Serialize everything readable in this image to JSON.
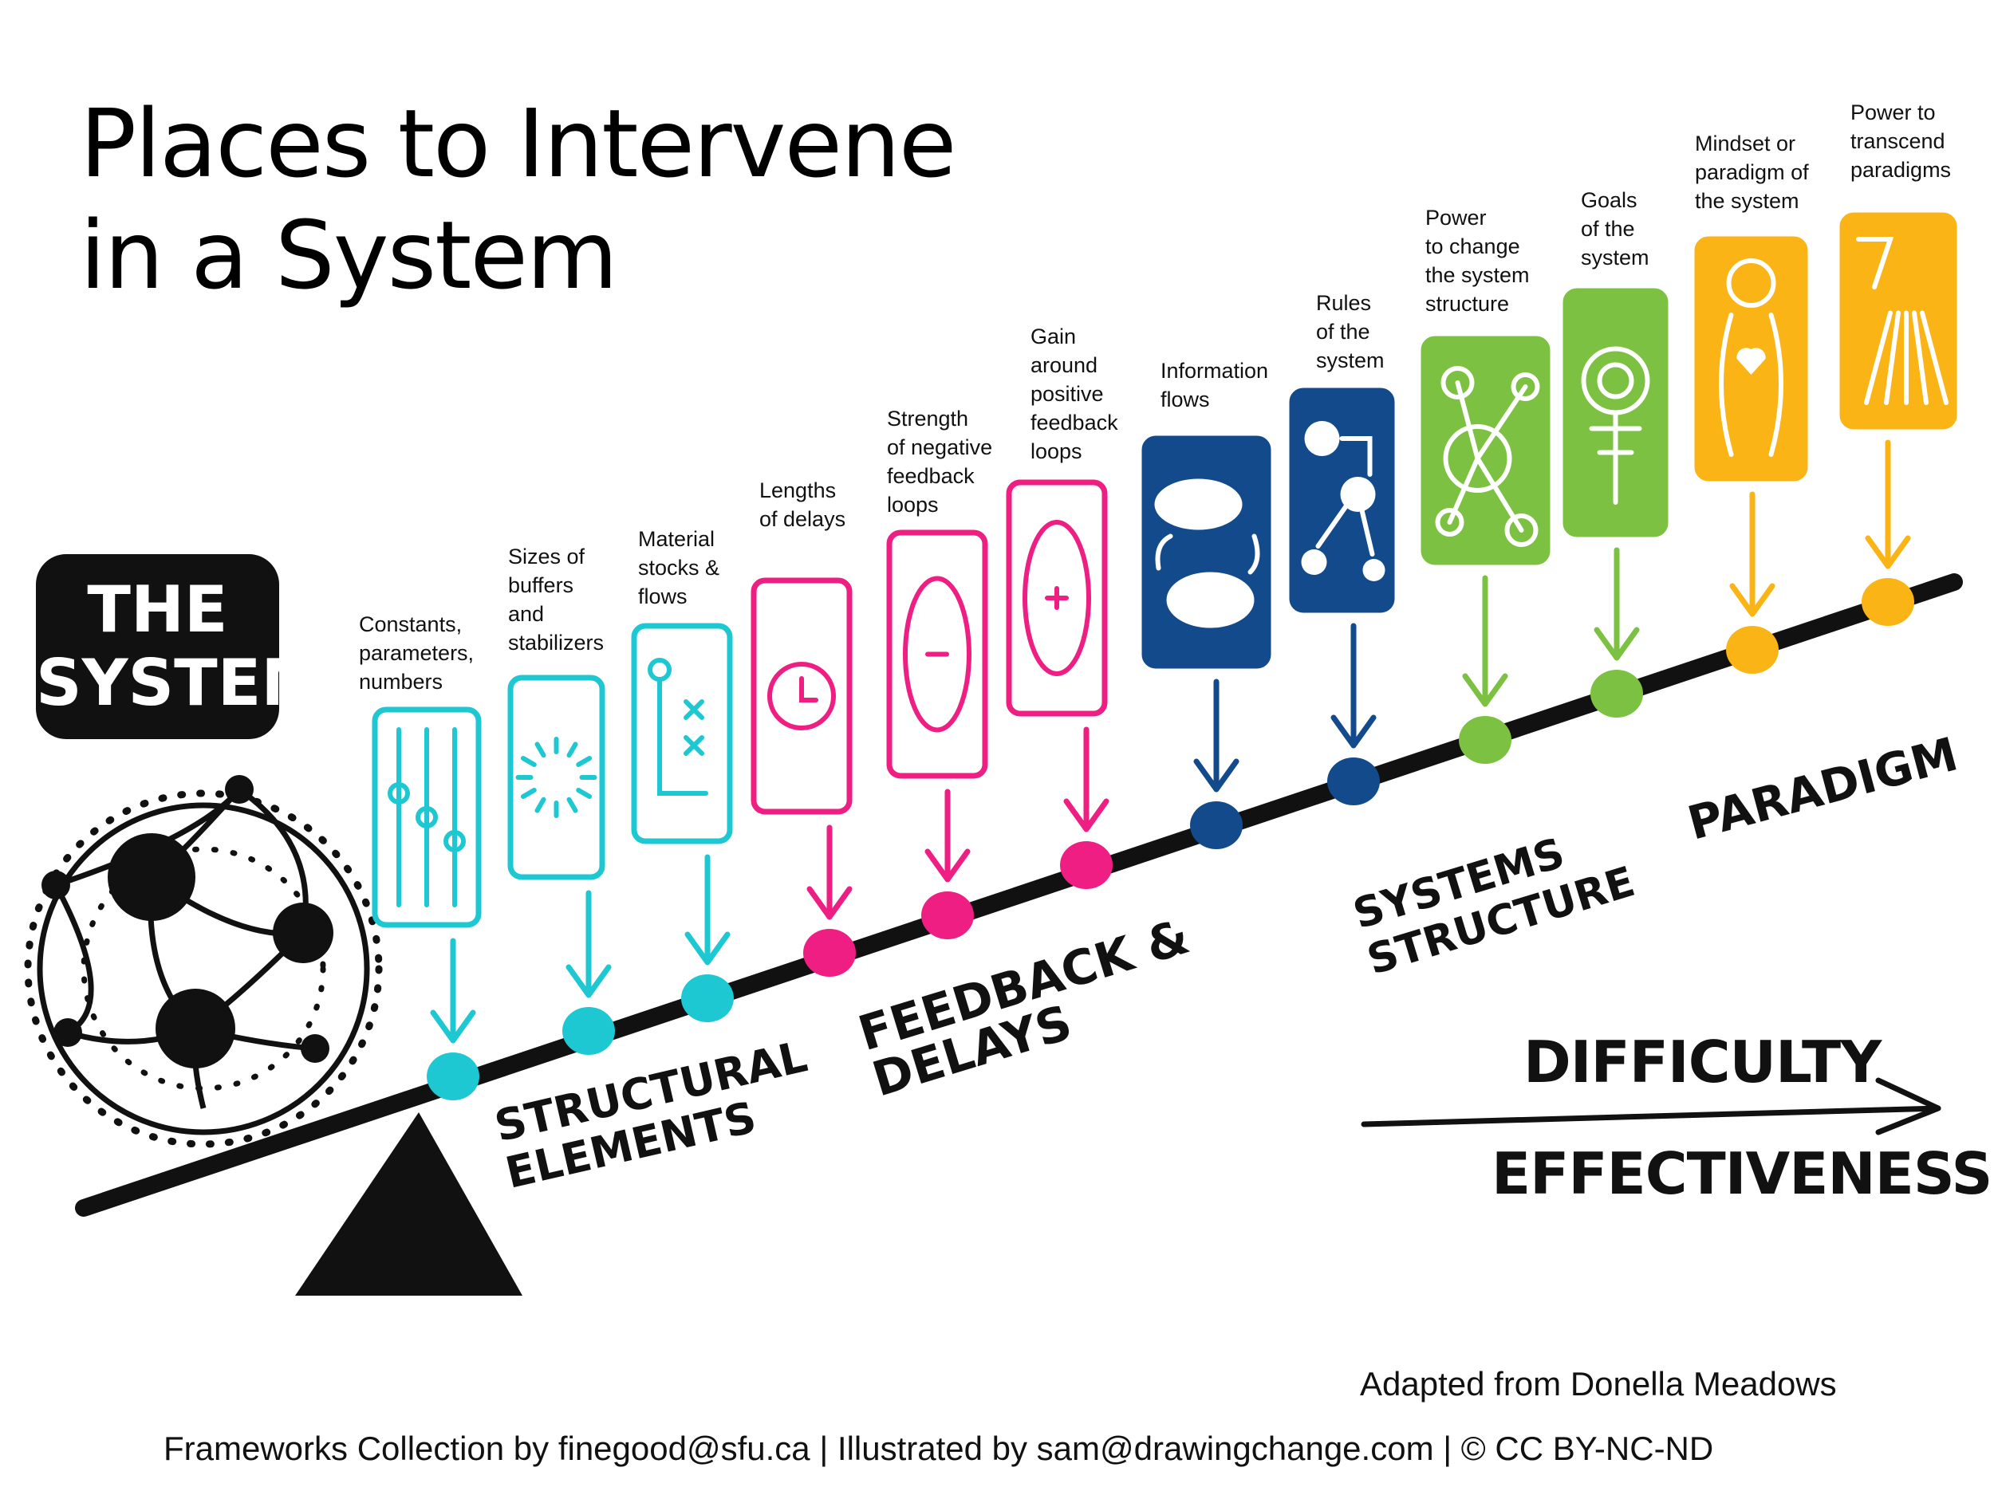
{
  "title": {
    "line1": "Places to Intervene",
    "line2": "in a System"
  },
  "system_badge": {
    "line1": "THE",
    "line2": "SYSTEM"
  },
  "colors": {
    "structural": "#1ec8d2",
    "feedback": "#ee1e82",
    "structure_blue": "#124a8c",
    "structure_green": "#7cc141",
    "paradigm": "#fab415",
    "ink": "#111111"
  },
  "levels": [
    {
      "label": "Constants,\nparameters,\nnumbers",
      "icon": "sliders-icon",
      "group": "structural"
    },
    {
      "label": "Sizes of\nbuffers\nand\nstabilizers",
      "icon": "dial-icon",
      "group": "structural"
    },
    {
      "label": "Material\nstocks &\nflows",
      "icon": "flow-path-icon",
      "group": "structural"
    },
    {
      "label": "Lengths\nof delays",
      "icon": "alarm-clock-icon",
      "group": "feedback"
    },
    {
      "label": "Strength\nof negative\nfeedback\nloops",
      "icon": "negative-loop-icon",
      "group": "feedback"
    },
    {
      "label": "Gain\naround\npositive\nfeedback\nloops",
      "icon": "positive-loop-icon",
      "group": "feedback"
    },
    {
      "label": "Information\nflows",
      "icon": "speech-bubbles-icon",
      "group": "structure_blue"
    },
    {
      "label": "Rules\nof the\nsystem",
      "icon": "rules-network-icon",
      "group": "structure_blue"
    },
    {
      "label": "Power\nto change\nthe system\nstructure",
      "icon": "molecule-network-icon",
      "group": "structure_green"
    },
    {
      "label": "Goals\nof the\nsystem",
      "icon": "target-icon",
      "group": "structure_green"
    },
    {
      "label": "Mindset or\nparadigm of\nthe system",
      "icon": "person-heart-icon",
      "group": "paradigm"
    },
    {
      "label": "Power to\ntranscend\nparadigms",
      "icon": "light-rays-icon",
      "group": "paradigm"
    }
  ],
  "groups": {
    "structural": "STRUCTURAL\nELEMENTS",
    "feedback": "FEEDBACK &\nDELAYS",
    "structure": "SYSTEMS\nSTRUCTURE",
    "paradigm": "PARADIGM"
  },
  "axis": {
    "top": "DIFFICULTY",
    "bottom": "EFFECTIVENESS"
  },
  "credits": {
    "adapted": "Adapted from Donella Meadows",
    "footer": "Frameworks Collection by finegood@sfu.ca | Illustrated by sam@drawingchange.com | © CC BY-NC-ND"
  }
}
